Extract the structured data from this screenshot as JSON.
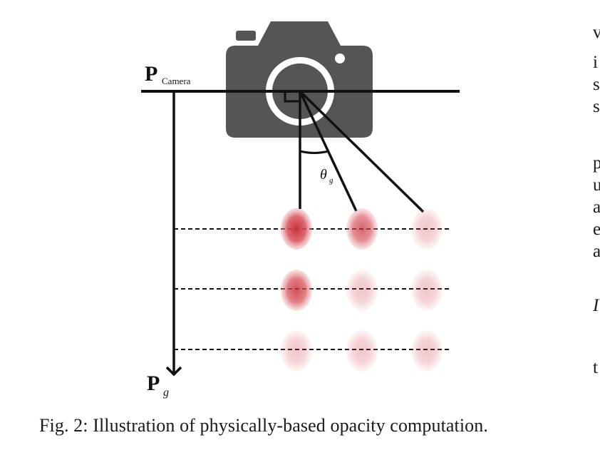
{
  "figure": {
    "camera_label_main": "P",
    "camera_label_sub": "Camera",
    "gaussian_label_main": "P",
    "gaussian_label_sub": "g",
    "angle_label_main": "θ",
    "angle_label_sub": "g",
    "grid": {
      "rows": 3,
      "cols": 3,
      "intensity": [
        [
          1.0,
          0.75,
          0.28
        ],
        [
          0.85,
          0.28,
          0.28
        ],
        [
          0.28,
          0.28,
          0.28
        ]
      ]
    },
    "colors": {
      "camera_body": "#555555",
      "lines": "#111111",
      "gaussian_base": "#c8323c"
    }
  },
  "caption": "Fig. 2: Illustration of physically-based opacity computation.",
  "right_column_fragments": [
    "v",
    "i",
    "s",
    "s",
    "p",
    "u",
    "a",
    "e",
    "a",
    "I",
    "t"
  ]
}
